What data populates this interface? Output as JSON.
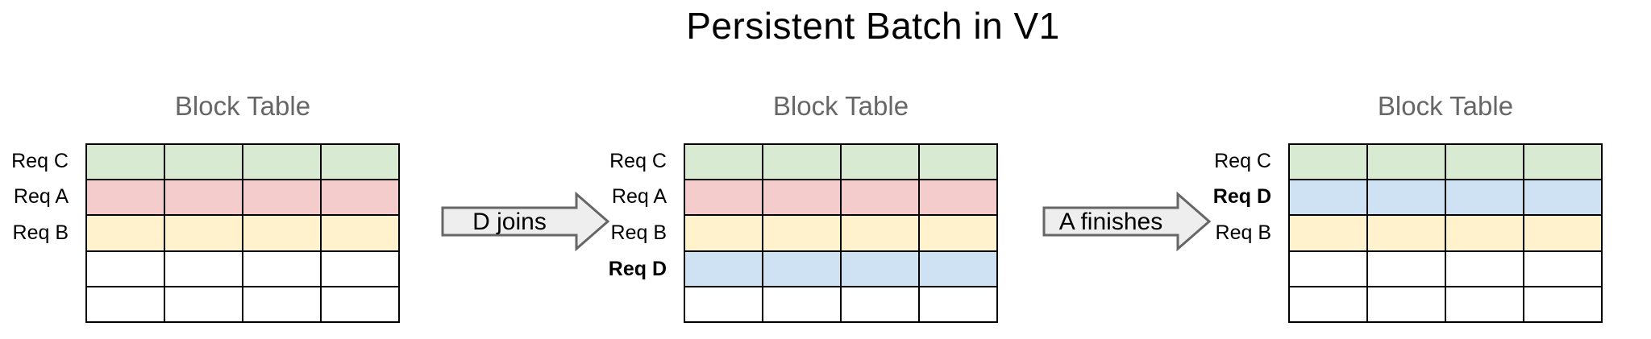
{
  "title": "Persistent Batch in V1",
  "colors": {
    "req_green": "#d9ead3",
    "req_pink": "#f4cccc",
    "req_yellow": "#fff2cc",
    "req_blue": "#cfe2f3",
    "empty_cell": "#ffffff",
    "grid_border": "#000000",
    "panel_title": "#666666",
    "arrow_fill": "#eeeeee",
    "arrow_border": "#666666"
  },
  "panels": [
    {
      "title": "Block Table",
      "columns": 4,
      "rows": [
        {
          "label": "Req C",
          "bold": false,
          "color": "#d9ead3"
        },
        {
          "label": "Req A",
          "bold": false,
          "color": "#f4cccc"
        },
        {
          "label": "Req B",
          "bold": false,
          "color": "#fff2cc"
        },
        {
          "label": "",
          "bold": false,
          "color": "#ffffff"
        },
        {
          "label": "",
          "bold": false,
          "color": "#ffffff"
        }
      ]
    },
    {
      "title": "Block Table",
      "columns": 4,
      "rows": [
        {
          "label": "Req C",
          "bold": false,
          "color": "#d9ead3"
        },
        {
          "label": "Req A",
          "bold": false,
          "color": "#f4cccc"
        },
        {
          "label": "Req B",
          "bold": false,
          "color": "#fff2cc"
        },
        {
          "label": "Req D",
          "bold": true,
          "color": "#cfe2f3"
        },
        {
          "label": "",
          "bold": false,
          "color": "#ffffff"
        }
      ]
    },
    {
      "title": "Block Table",
      "columns": 4,
      "rows": [
        {
          "label": "Req C",
          "bold": false,
          "color": "#d9ead3"
        },
        {
          "label": "Req D",
          "bold": true,
          "color": "#cfe2f3"
        },
        {
          "label": "Req B",
          "bold": false,
          "color": "#fff2cc"
        },
        {
          "label": "",
          "bold": false,
          "color": "#ffffff"
        },
        {
          "label": "",
          "bold": false,
          "color": "#ffffff"
        }
      ]
    }
  ],
  "arrows": [
    {
      "label": "D joins"
    },
    {
      "label": "A finishes"
    }
  ]
}
